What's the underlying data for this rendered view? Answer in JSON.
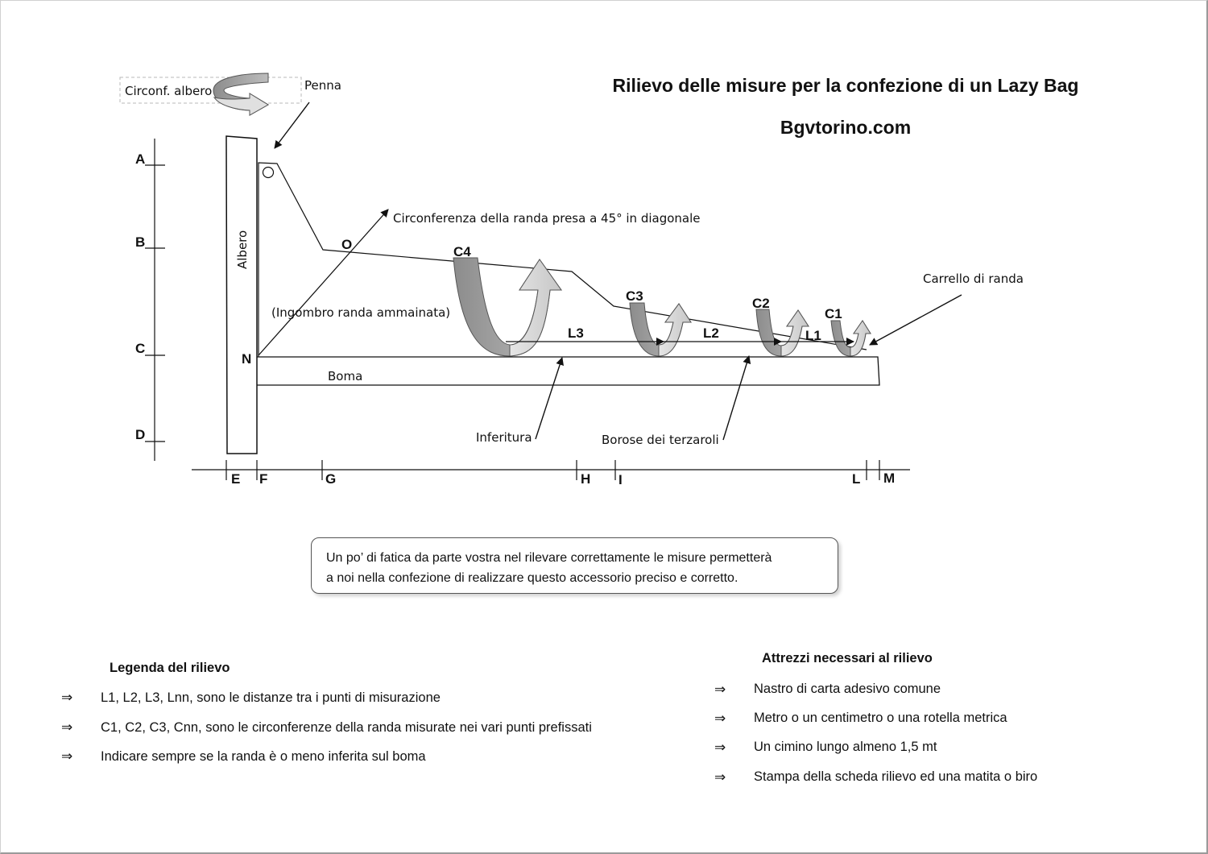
{
  "title": "Rilievo delle misure per la confezione di un Lazy Bag",
  "subtitle": "Bgvtorino.com",
  "diagram": {
    "circ_albero_label": "Circonf. albero",
    "penna_label": "Penna",
    "albero_label": "Albero",
    "boma_label": "Boma",
    "circonferenza_label": "Circonferenza  della randa presa a 45° in diagonale",
    "ingombro_label": "(Ingombro randa ammainata)",
    "carrello_label": "Carrello di randa",
    "inferitura_label": "Inferitura",
    "borose_label": "Borose dei terzaroli",
    "point_O": "O",
    "point_N": "N",
    "vertical_markers": [
      "A",
      "B",
      "C",
      "D"
    ],
    "horizontal_markers": [
      "E",
      "F",
      "G",
      "H",
      "I",
      "L",
      "M"
    ],
    "circumference_labels": [
      "C4",
      "C3",
      "C2",
      "C1"
    ],
    "length_labels": [
      "L3",
      "L2",
      "L1"
    ]
  },
  "note": {
    "line1": "Un po’ di fatica da parte vostra nel rilevare correttamente le misure permetterà",
    "line2": "a noi nella confezione di realizzare questo accessorio preciso e corretto."
  },
  "legend": {
    "title": "Legenda del rilievo",
    "arrow_symbol": "⇒",
    "items": [
      "L1, L2, L3, Lnn, sono le distanze tra i punti di misurazione",
      "C1, C2, C3, Cnn, sono le circonferenze della randa misurate nei vari punti prefissati",
      "Indicare sempre se la randa è o meno inferita sul boma"
    ]
  },
  "tools": {
    "title": "Attrezzi necessari al rilievo",
    "arrow_symbol": "⇒",
    "items": [
      "Nastro di carta adesivo comune",
      "Metro o un centimetro o una rotella metrica",
      "Un cimino lungo almeno 1,5 mt",
      "Stampa della scheda rilievo ed una matita o biro"
    ]
  }
}
